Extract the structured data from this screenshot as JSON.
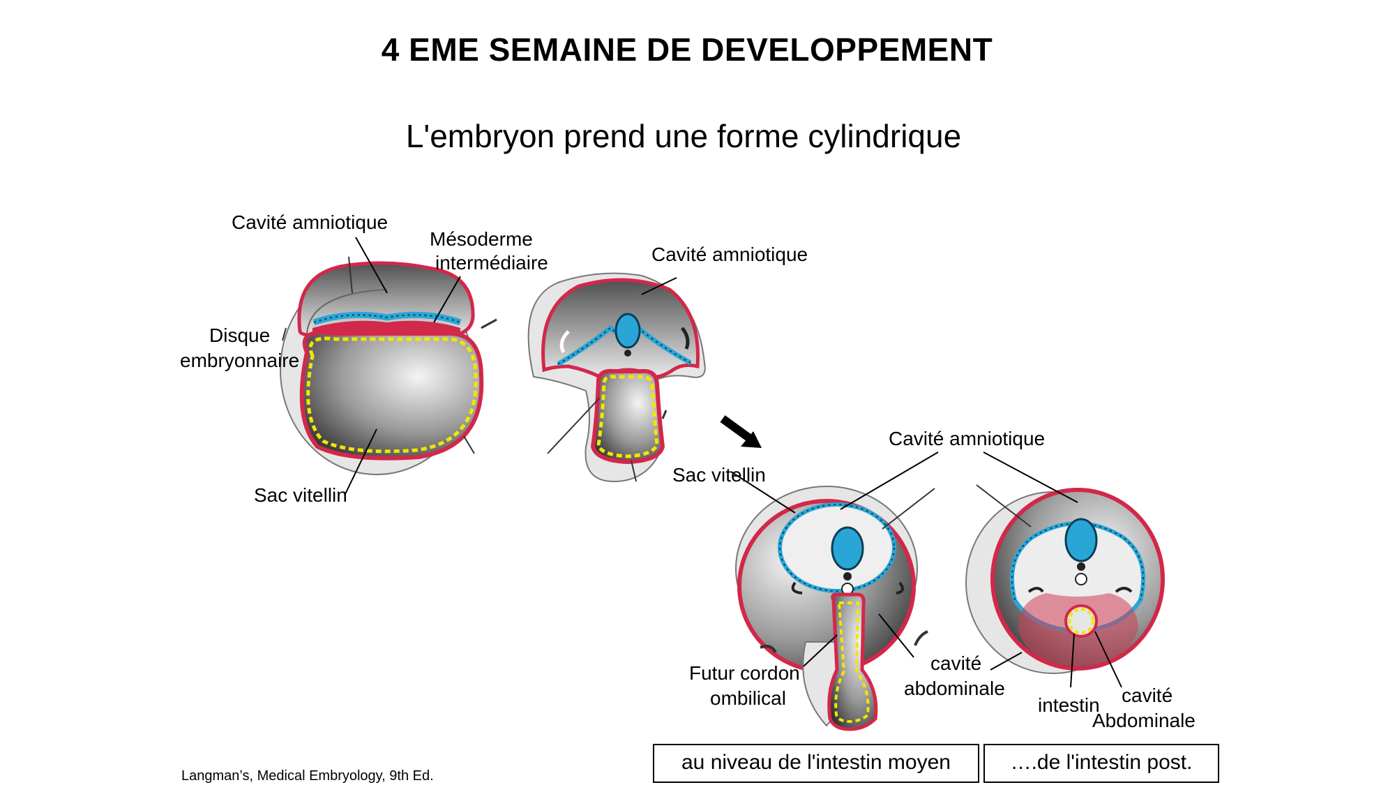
{
  "title": "4 EME SEMAINE DE DEVELOPPEMENT",
  "subtitle": "L'embryon prend une forme cylindrique",
  "labels": {
    "cavite_amniotique_1": "Cavité amniotique",
    "mesoderme_line1": "Mésoderme",
    "mesoderme_line2": "intermédiaire",
    "disque_line1": "Disque",
    "disque_line2": "embryonnaire",
    "sac_vitellin_1": "Sac vitellin",
    "cavite_amniotique_2": "Cavité amniotique",
    "sac_vitellin_2": "Sac vitellin",
    "cavite_amniotique_3": "Cavité amniotique",
    "futur_line1": "Futur cordon",
    "futur_line2": "ombilical",
    "cavite_abd_line1": "cavité",
    "cavite_abd_line2": "abdominale",
    "intestin": "intestin",
    "cavite_abd2_line1": "cavité",
    "cavite_abd2_line2": "Abdominale"
  },
  "boxes": {
    "intestin_moyen": "au niveau de l'intestin moyen",
    "intestin_post": "….de l'intestin post."
  },
  "credit": "Langman’s, Medical Embryology, 9th Ed.",
  "colors": {
    "ectoderm_red": "#d2284a",
    "neural_blue": "#2aa6d6",
    "yolk_yellow": "#f2e600",
    "shade_dark": "#3a3a3a",
    "shade_light": "#f2f2f2"
  }
}
